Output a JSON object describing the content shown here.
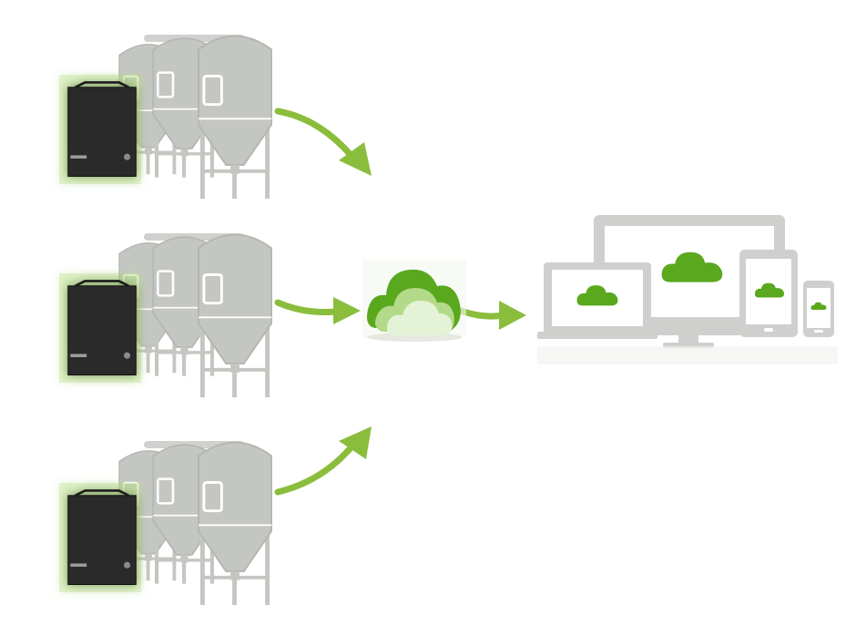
{
  "diagram": {
    "title": "",
    "nodes": [
      {
        "kind": "brewery-station",
        "icon": "fermentation-tank-icon",
        "device": "controller-box-icon"
      },
      {
        "kind": "brewery-station",
        "icon": "fermentation-tank-icon",
        "device": "controller-box-icon"
      },
      {
        "kind": "brewery-station",
        "icon": "fermentation-tank-icon",
        "device": "controller-box-icon"
      },
      {
        "kind": "cloud-hub",
        "icon": "cloud-icon"
      },
      {
        "kind": "client-devices",
        "icons": [
          "monitor-icon",
          "laptop-icon",
          "tablet-icon",
          "phone-icon"
        ]
      }
    ],
    "edges": [
      {
        "from": 0,
        "to": 3
      },
      {
        "from": 1,
        "to": 3
      },
      {
        "from": 2,
        "to": 3
      },
      {
        "from": 3,
        "to": 4
      }
    ]
  },
  "colors": {
    "tank": "#c4c6c2",
    "tank_stroke": "#b4b6b2",
    "box": "#2b2b2b",
    "box_glow": "#b8e08a",
    "arrow": "#8bbd3c",
    "cloud_dark": "#5aa81e",
    "cloud_light": "#d6ecc0",
    "device": "#cfd0ce",
    "screen": "#ffffff",
    "device_cloud": "#5aa81e"
  }
}
